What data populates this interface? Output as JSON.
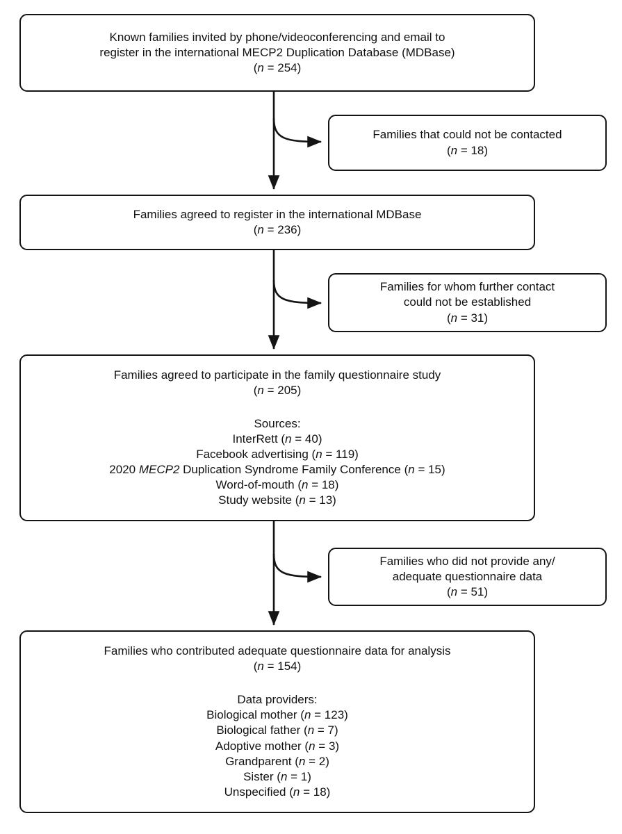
{
  "diagram": {
    "title": "Participant flow diagram for the MECP2 Duplication family questionnaire study",
    "stroke_color": "#141414",
    "background_color": "#ffffff",
    "text_color": "#111111"
  },
  "nodes": {
    "invited": {
      "line1": "Known families invited by phone/videoconferencing and email to",
      "line2": "register in the international MECP2 Duplication Database (MDBase)",
      "count": "(n = 254)",
      "n_label": "n",
      "n_value": "= 254)",
      "n_open": "("
    },
    "not_contacted": {
      "line1": "Families that could not be contacted",
      "n_open": "(",
      "n_label": "n",
      "n_value": "= 18)"
    },
    "registered": {
      "line1": "Families agreed to register in the international MDBase",
      "n_open": "(",
      "n_label": "n",
      "n_value": "= 236)"
    },
    "no_further_contact": {
      "line1": "Families for whom further contact",
      "line2": "could not be established",
      "n_open": "(",
      "n_label": "n",
      "n_value": "= 31)"
    },
    "agreed_questionnaire": {
      "line1": "Families agreed to participate in the family questionnaire study",
      "n_open": "(",
      "n_label": "n",
      "n_value": "= 205)",
      "sources_heading": "Sources:",
      "sources": [
        {
          "label": "InterRett ",
          "italic_part": "",
          "n_open": "(",
          "n_label": "n",
          "n_value": "= 40)"
        },
        {
          "label": "Facebook advertising ",
          "italic_part": "",
          "n_open": "(",
          "n_label": "n",
          "n_value": "= 119)"
        },
        {
          "label": "2020 ",
          "italic_part": "MECP2",
          "label_after": " Duplication Syndrome Family Conference ",
          "n_open": "(",
          "n_label": "n",
          "n_value": "= 15)"
        },
        {
          "label": "Word-of-mouth ",
          "italic_part": "",
          "n_open": "(",
          "n_label": "n",
          "n_value": "= 18)"
        },
        {
          "label": "Study website ",
          "italic_part": "",
          "n_open": "(",
          "n_label": "n",
          "n_value": "= 13)"
        }
      ]
    },
    "no_adequate_data": {
      "line1": "Families who did not provide any/",
      "line2": "adequate questionnaire data",
      "n_open": "(",
      "n_label": "n",
      "n_value": "= 51)"
    },
    "analysis": {
      "line1": "Families who contributed adequate questionnaire data for analysis",
      "n_open": "(",
      "n_label": "n",
      "n_value": "= 154)",
      "providers_heading": "Data providers:",
      "providers": [
        {
          "label": "Biological mother ",
          "n_open": "(",
          "n_label": "n",
          "n_value": "= 123)"
        },
        {
          "label": "Biological father ",
          "n_open": "(",
          "n_label": "n",
          "n_value": "= 7)"
        },
        {
          "label": "Adoptive mother ",
          "n_open": "(",
          "n_label": "n",
          "n_value": "= 3)"
        },
        {
          "label": "Grandparent ",
          "n_open": "(",
          "n_label": "n",
          "n_value": "= 2)"
        },
        {
          "label": "Sister ",
          "n_open": "(",
          "n_label": "n",
          "n_value": "= 1)"
        },
        {
          "label": "Unspecified ",
          "n_open": "(",
          "n_label": "n",
          "n_value": "= 18)"
        }
      ]
    }
  },
  "chart_data": {
    "type": "diagram",
    "title": "Study participant flow",
    "stages": [
      {
        "stage": "Invited to register in MDBase",
        "n": 254
      },
      {
        "stage": "Agreed to register in international MDBase",
        "n": 236
      },
      {
        "stage": "Agreed to participate in family questionnaire study",
        "n": 205
      },
      {
        "stage": "Contributed adequate questionnaire data for analysis",
        "n": 154
      }
    ],
    "exclusions": [
      {
        "reason": "Families that could not be contacted",
        "n": 18,
        "after_stage": "Invited to register in MDBase"
      },
      {
        "reason": "Families for whom further contact could not be established",
        "n": 31,
        "after_stage": "Agreed to register in international MDBase"
      },
      {
        "reason": "Families who did not provide any/adequate questionnaire data",
        "n": 51,
        "after_stage": "Agreed to participate in family questionnaire study"
      }
    ],
    "sources": [
      {
        "name": "InterRett",
        "n": 40
      },
      {
        "name": "Facebook advertising",
        "n": 119
      },
      {
        "name": "2020 MECP2 Duplication Syndrome Family Conference",
        "n": 15
      },
      {
        "name": "Word-of-mouth",
        "n": 18
      },
      {
        "name": "Study website",
        "n": 13
      }
    ],
    "data_providers": [
      {
        "name": "Biological mother",
        "n": 123
      },
      {
        "name": "Biological father",
        "n": 7
      },
      {
        "name": "Adoptive mother",
        "n": 3
      },
      {
        "name": "Grandparent",
        "n": 2
      },
      {
        "name": "Sister",
        "n": 1
      },
      {
        "name": "Unspecified",
        "n": 18
      }
    ]
  }
}
